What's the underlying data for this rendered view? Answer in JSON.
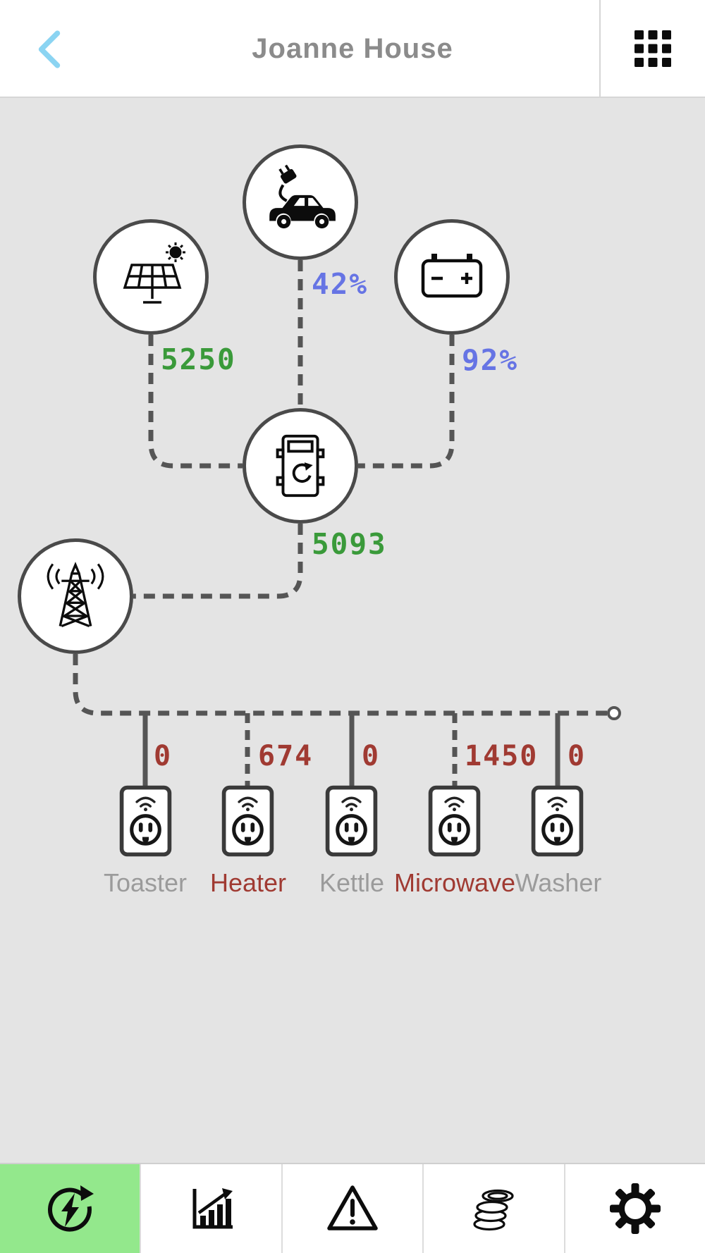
{
  "header": {
    "title": "Joanne House",
    "back_icon": "chevron-left-icon",
    "menu_icon": "grid-menu-icon"
  },
  "colors": {
    "background": "#e4e4e4",
    "bar_background": "#ffffff",
    "back_chevron_blue": "#8bd4f2",
    "node_border_gray": "#4a4a4a",
    "wire_gray": "#555555",
    "value_green": "#3a9a3a",
    "value_blue": "#6674e4",
    "value_red": "#a03a32",
    "label_gray": "#9b9b9b",
    "title_gray": "#8b8b8b",
    "active_tab_green": "#93e88c"
  },
  "diagram": {
    "nodes": {
      "ev": {
        "icon": "ev-car-charging-icon",
        "value": "42%"
      },
      "solar": {
        "icon": "solar-panel-icon",
        "value": "5250"
      },
      "battery": {
        "icon": "battery-icon",
        "value": "92%"
      },
      "inverter": {
        "icon": "inverter-icon",
        "value": "5093"
      },
      "grid": {
        "icon": "power-tower-icon"
      }
    },
    "appliances": [
      {
        "name": "Toaster",
        "value": "0",
        "active": false
      },
      {
        "name": "Heater",
        "value": "674",
        "active": true
      },
      {
        "name": "Kettle",
        "value": "0",
        "active": false
      },
      {
        "name": "Microwave",
        "value": "1450",
        "active": true
      },
      {
        "name": "Washer",
        "value": "0",
        "active": false
      }
    ]
  },
  "tabbar": {
    "active_index": 0,
    "items": [
      {
        "icon": "energy-flow-icon"
      },
      {
        "icon": "stats-chart-icon"
      },
      {
        "icon": "alerts-warning-icon"
      },
      {
        "icon": "costs-coins-icon"
      },
      {
        "icon": "settings-gear-icon"
      }
    ]
  }
}
